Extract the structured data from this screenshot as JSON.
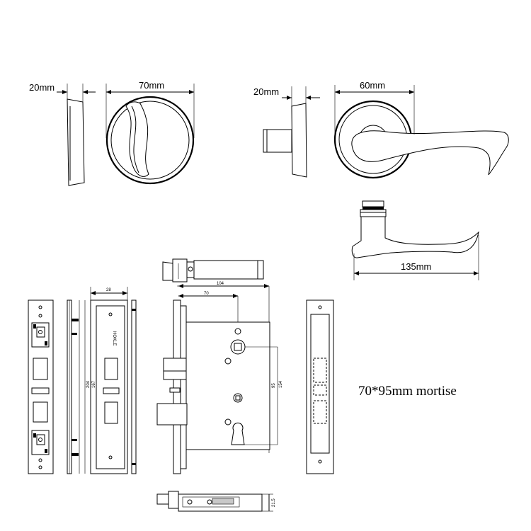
{
  "dimensions": {
    "rosette_thickness": "20mm",
    "rosette_diameter": "70mm",
    "lever_rosette_thickness": "20mm",
    "lever_rosette_diameter": "60mm",
    "lever_length": "135mm"
  },
  "mortise_dims": {
    "backset_total": "104",
    "backset": "70",
    "faceplate_width": "28",
    "faceplate_length": "204",
    "strike_length": "167",
    "center_distance": "95",
    "body_height": "154",
    "bottom_thickness": "21.5"
  },
  "faceplate_mark": "HOKLE",
  "caption": "70*95mm mortise"
}
